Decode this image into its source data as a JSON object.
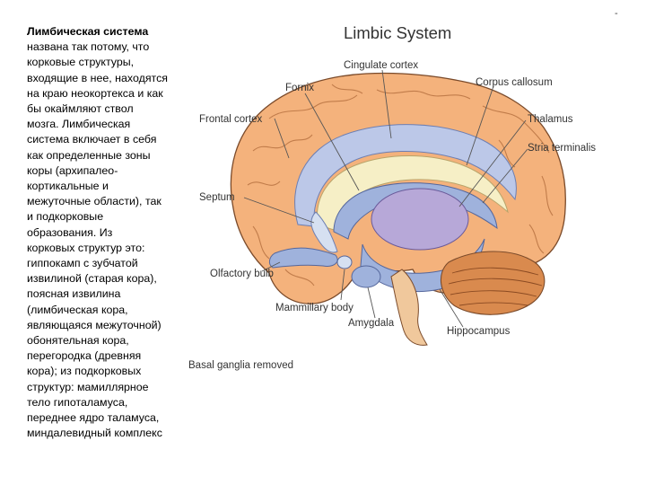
{
  "corner_mark": "-",
  "text_lines": [
    "Лимбическая система",
    "названа так потому, что",
    "корковые структуры,",
    "входящие в нее, находятся",
    "на краю неокортекса и как",
    "бы окаймляют ствол",
    "мозга. Лимбическая",
    "система включает в себя",
    "как определенные зоны",
    "коры (архипалео-",
    "кортикальные и",
    "межуточные области), так",
    "и подкорковые",
    "образования. Из",
    "корковых структур это:",
    "гиппокамп с зубчатой",
    "извилиной (старая кора),",
    "поясная извилина",
    "(лимбическая кора,",
    "являющаяся межуточной)",
    "обонятельная кора,",
    "перегородка (древняя",
    "кора); из подкорковых",
    "структур: мамиллярное",
    "тело гипоталамуса,",
    "переднее ядро таламуса,",
    "миндалевидный комплекс"
  ],
  "figure": {
    "title": "Limbic System",
    "labels": {
      "cingulate_cortex": "Cingulate cortex",
      "fornix": "Fornix",
      "corpus_callosum": "Corpus callosum",
      "frontal_cortex": "Frontal cortex",
      "thalamus": "Thalamus",
      "stria_terminalis": "Stria terminalis",
      "septum": "Septum",
      "olfactory_bulb": "Olfactory bulb",
      "mammillary_body": "Mammillary body",
      "amygdala": "Amygdala",
      "hippocampus": "Hippocampus",
      "basal_ganglia": "Basal ganglia removed"
    },
    "colors": {
      "cortex": "#f4b27c",
      "cortex_light": "#f8d2ac",
      "outline": "#7a4a2a",
      "limbic_blue": "#9fb2dc",
      "limbic_pale": "#d6e0f1",
      "callosum": "#f6efc6",
      "thalamus": "#b7a8d8",
      "cerebellum": "#d98a4e",
      "leader": "#555555"
    }
  }
}
